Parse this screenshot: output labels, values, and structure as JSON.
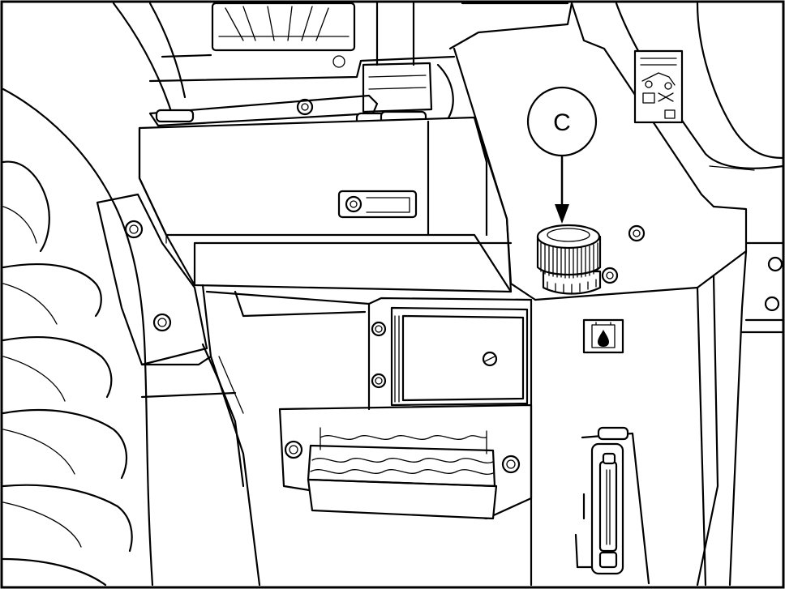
{
  "diagram": {
    "callout": {
      "letter": "C",
      "target": "fill-cap"
    },
    "icons": {
      "reservoir_symbol": "fluid-reservoir-icon",
      "safety_decal": "safety-decal-icon",
      "sight_gauge": "fluid-level-sight-gauge"
    },
    "colors": {
      "line": "#000000",
      "background": "#ffffff"
    }
  }
}
